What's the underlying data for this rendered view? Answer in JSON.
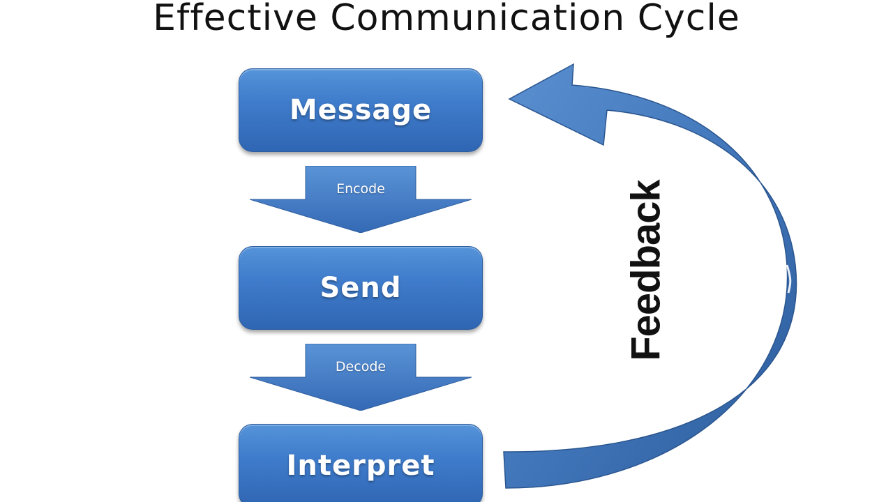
{
  "title": "Effective Communication Cycle",
  "steps": [
    {
      "label": "Message"
    },
    {
      "label": "Send"
    },
    {
      "label": "Interpret"
    }
  ],
  "transitions": [
    {
      "label": "Encode"
    },
    {
      "label": "Decode"
    }
  ],
  "feedback": {
    "label": "Feedback"
  },
  "colors": {
    "box_top": "#5593d9",
    "box_bottom": "#2f66b3",
    "arrow": "#3a73c0",
    "feedback_arrow": "#3c6fb0",
    "text_dark": "#111111",
    "text_light": "#ffffff"
  }
}
